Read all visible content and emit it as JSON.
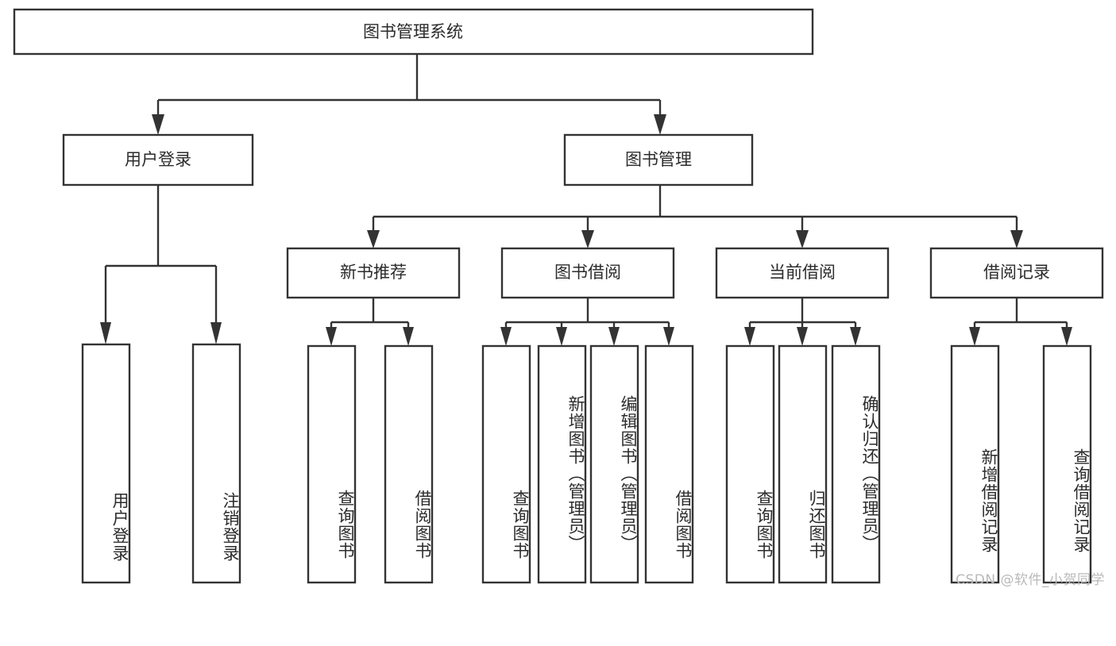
{
  "diagram": {
    "type": "tree-hierarchy",
    "title": "图书管理系统",
    "orientation": "top-down",
    "colors": {
      "box_fill": "#ffffff",
      "box_stroke": "#333333",
      "text": "#2b2b2b",
      "background": "#ffffff",
      "watermark": "#b9b9b9"
    },
    "root": {
      "label": "图书管理系统",
      "children": [
        {
          "label": "用户登录",
          "children": [
            {
              "label": "用户登录"
            },
            {
              "label": "注销登录"
            }
          ]
        },
        {
          "label": "图书管理",
          "children": [
            {
              "label": "新书推荐",
              "children": [
                {
                  "label": "查询图书"
                },
                {
                  "label": "借阅图书"
                }
              ]
            },
            {
              "label": "图书借阅",
              "children": [
                {
                  "label": "查询图书"
                },
                {
                  "label": "新增图书（管理员）"
                },
                {
                  "label": "编辑图书（管理员）"
                },
                {
                  "label": "借阅图书"
                }
              ]
            },
            {
              "label": "当前借阅",
              "children": [
                {
                  "label": "查询图书"
                },
                {
                  "label": "归还图书"
                },
                {
                  "label": "确认归还（管理员）"
                }
              ]
            },
            {
              "label": "借阅记录",
              "children": [
                {
                  "label": "新增借阅记录"
                },
                {
                  "label": "查询借阅记录"
                }
              ]
            }
          ]
        }
      ]
    }
  },
  "nodes": {
    "root": "图书管理系统",
    "level2": {
      "user_login": "用户登录",
      "book_manage": "图书管理"
    },
    "level3": {
      "new_book_rec": "新书推荐",
      "book_borrow": "图书借阅",
      "current_borrow": "当前借阅",
      "borrow_record": "借阅记录"
    },
    "leaves": {
      "user_login_1": "用户登录",
      "user_login_2": "注销登录",
      "new_book_1": "查询图书",
      "new_book_2": "借阅图书",
      "borrow_1": "查询图书",
      "borrow_2": "新增图书（管理员）",
      "borrow_3": "编辑图书（管理员）",
      "borrow_4": "借阅图书",
      "current_1": "查询图书",
      "current_2": "归还图书",
      "current_3": "确认归还（管理员）",
      "record_1": "新增借阅记录",
      "record_2": "查询借阅记录"
    }
  },
  "watermark": {
    "text": "CSDN @软件_小贺同学"
  }
}
